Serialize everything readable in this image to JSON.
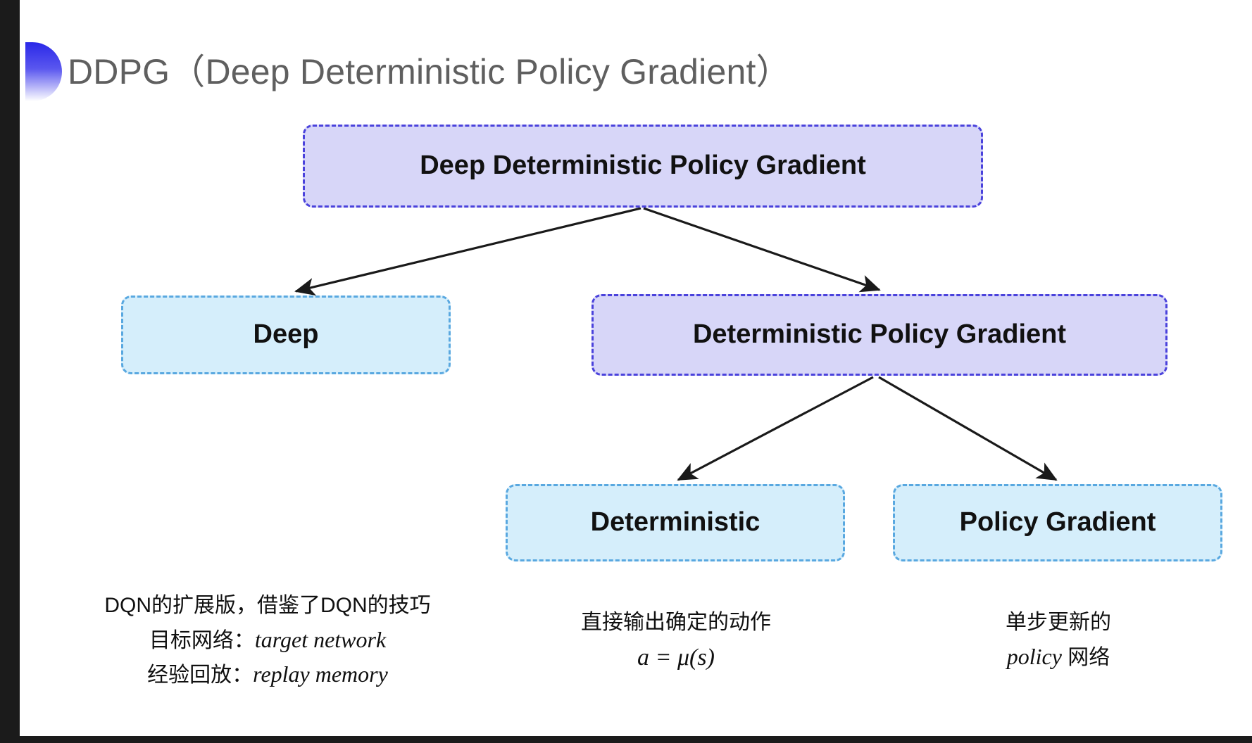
{
  "slide": {
    "title": "DDPG（Deep Deterministic Policy Gradient）",
    "bullet_icon": "half-circle-gradient-icon",
    "accent_gradient_from": "#2a28e8",
    "accent_gradient_to": "#ffffff",
    "title_color": "#5f5f5f",
    "background": "#ffffff"
  },
  "palette": {
    "purple_fill": "#d7d6f8",
    "purple_border": "#4a42dc",
    "cyan_fill": "#d5eefb",
    "cyan_border": "#59a8e0",
    "arrow_color": "#1a1a1a"
  },
  "diagram": {
    "nodes": [
      {
        "id": "root",
        "label": "Deep Deterministic Policy Gradient",
        "style": "purple",
        "level": 0
      },
      {
        "id": "deep",
        "label": "Deep",
        "style": "cyan",
        "level": 1
      },
      {
        "id": "dpg",
        "label": "Deterministic Policy Gradient",
        "style": "purple",
        "level": 1
      },
      {
        "id": "det",
        "label": "Deterministic",
        "style": "cyan",
        "level": 2
      },
      {
        "id": "pg",
        "label": "Policy Gradient",
        "style": "cyan",
        "level": 2
      }
    ],
    "edges": [
      {
        "from": "root",
        "to": "deep"
      },
      {
        "from": "root",
        "to": "dpg"
      },
      {
        "from": "dpg",
        "to": "det"
      },
      {
        "from": "dpg",
        "to": "pg"
      }
    ]
  },
  "captions": {
    "deep": {
      "line1": "DQN的扩展版，借鉴了DQN的技巧",
      "line2_label": "目标网络：",
      "line2_term": "target network",
      "line3_label": "经验回放：",
      "line3_term": "replay memory"
    },
    "deterministic": {
      "line1": "直接输出确定的动作",
      "formula": "a = μ(s)"
    },
    "policy_gradient": {
      "line1": "单步更新的",
      "line2_term": "policy",
      "line2_suffix": " 网络"
    }
  }
}
